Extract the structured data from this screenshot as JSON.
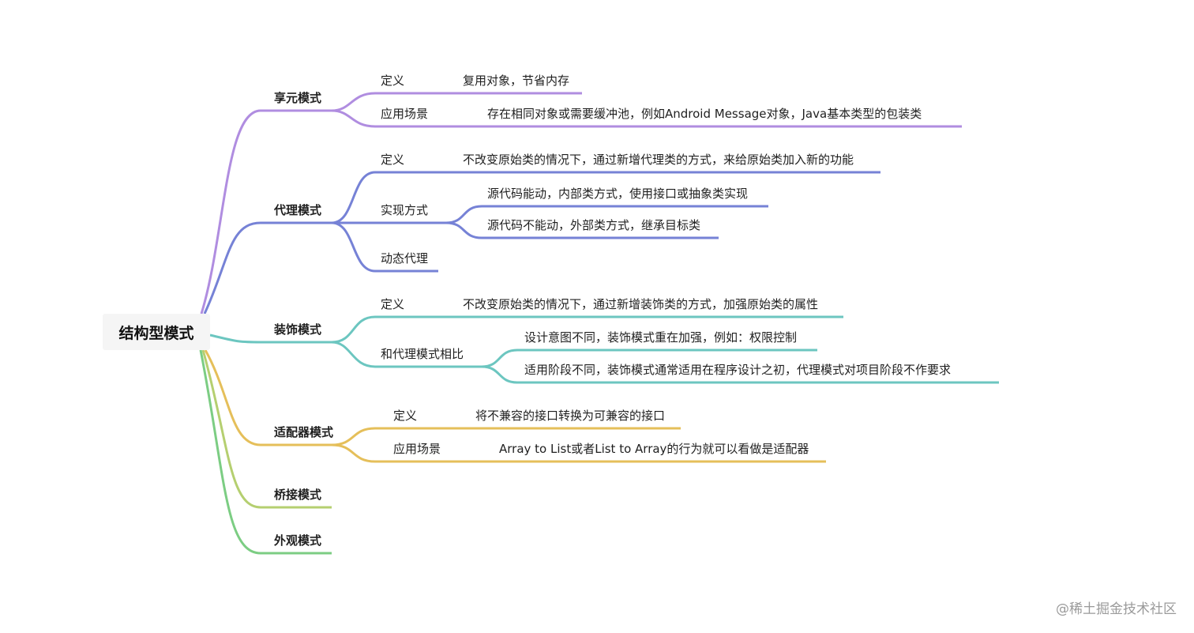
{
  "root": {
    "label": "结构型模式"
  },
  "colors": {
    "purple": "#b08de0",
    "blue": "#7682d6",
    "teal": "#6cc6c0",
    "yellow": "#e5bf5a",
    "olive": "#b5cf70",
    "green": "#7ccd83"
  },
  "branches": {
    "flyweight": {
      "label": "享元模式",
      "def_label": "定义",
      "def_text": "复用对象，节省内存",
      "usage_label": "应用场景",
      "usage_text": "存在相同对象或需要缓冲池，例如Android Message对象，Java基本类型的包装类"
    },
    "proxy": {
      "label": "代理模式",
      "def_label": "定义",
      "def_text": "不改变原始类的情况下，通过新增代理类的方式，来给原始类加入新的功能",
      "impl_label": "实现方式",
      "impl_items": [
        "源代码能动，内部类方式，使用接口或抽象类实现",
        "源代码不能动，外部类方式，继承目标类"
      ],
      "dynamic_label": "动态代理"
    },
    "decorator": {
      "label": "装饰模式",
      "def_label": "定义",
      "def_text": "不改变原始类的情况下，通过新增装饰类的方式，加强原始类的属性",
      "compare_label": "和代理模式相比",
      "compare_items": [
        "设计意图不同，装饰模式重在加强，例如：权限控制",
        "适用阶段不同，装饰模式通常适用在程序设计之初，代理模式对项目阶段不作要求"
      ]
    },
    "adapter": {
      "label": "适配器模式",
      "def_label": "定义",
      "def_text": "将不兼容的接口转换为可兼容的接口",
      "usage_label": "应用场景",
      "usage_text": "Array to List或者List to Array的行为就可以看做是适配器"
    },
    "bridge": {
      "label": "桥接模式"
    },
    "facade": {
      "label": "外观模式"
    }
  },
  "watermark": "@稀土掘金技术社区"
}
